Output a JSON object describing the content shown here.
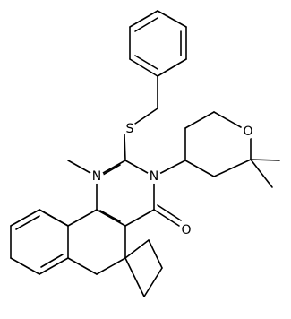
{
  "atoms": {
    "S": "S",
    "N_ring_left": "N",
    "N_ring_right": "N",
    "O_carbonyl": "O",
    "O_pyran": "O"
  },
  "colors": {
    "bond": "#000000",
    "background": "#ffffff"
  }
}
